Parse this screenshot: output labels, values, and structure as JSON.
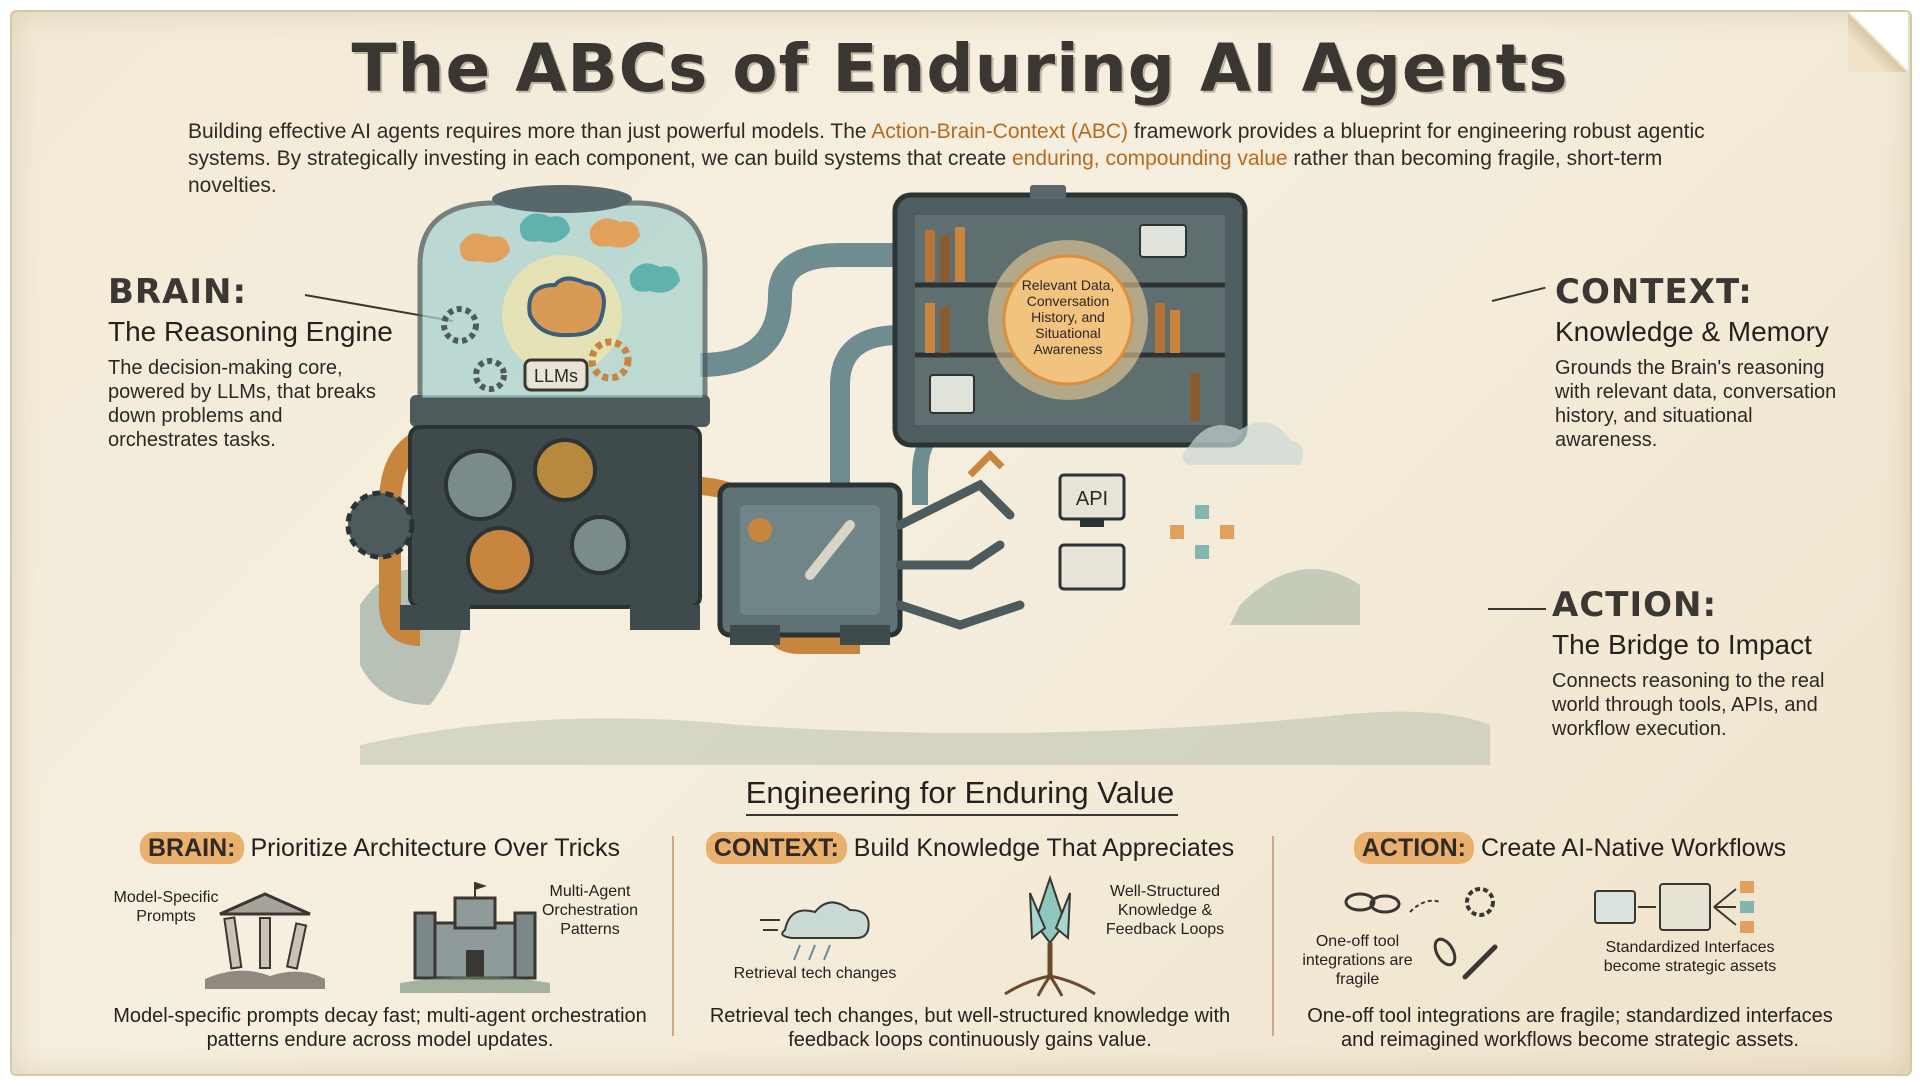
{
  "title": "The ABCs of Enduring AI Agents",
  "intro": {
    "part1": "Building effective AI agents requires more than just powerful models. The ",
    "highlight1": "Action-Brain-Context (ABC)",
    "part2": " framework provides a blueprint for engineering robust agentic systems. By strategically investing in each component, we can build systems that create ",
    "highlight2": "enduring, compounding value",
    "part3": " rather than becoming fragile, short-term novelties."
  },
  "brain": {
    "heading": "BRAIN:",
    "subtitle": "The Reasoning Engine",
    "body": "The decision-making core, powered by LLMs, that breaks down problems and orchestrates tasks.",
    "llm_label": "LLMs"
  },
  "context": {
    "heading": "CONTEXT:",
    "subtitle": "Knowledge & Memory",
    "body": "Grounds the Brain's reasoning with relevant data, conversation history, and situational awareness.",
    "orb_label": "Relevant Data, Conversation History, and Situational Awareness"
  },
  "action": {
    "heading": "ACTION:",
    "subtitle": "The Bridge to Impact",
    "body": "Connects reasoning to the real world through tools, APIs, and workflow execution.",
    "api_label": "API"
  },
  "section": {
    "title": "Engineering for Enduring Value",
    "columns": [
      {
        "tag": "BRAIN:",
        "heading": "Prioritize Architecture Over Tricks",
        "label_left": "Model-Specific Prompts",
        "label_right": "Multi-Agent Orchestration Patterns",
        "body": "Model-specific prompts decay fast; multi-agent orchestration patterns endure across model updates."
      },
      {
        "tag": "CONTEXT:",
        "heading": "Build Knowledge That Appreciates",
        "label_left": "Retrieval tech changes",
        "label_right": "Well-Structured Knowledge & Feedback Loops",
        "body": "Retrieval tech changes, but well-structured knowledge with feedback loops continuously gains value."
      },
      {
        "tag": "ACTION:",
        "heading": "Create AI-Native Workflows",
        "label_left": "One-off tool integrations are fragile",
        "label_right": "Standardized Interfaces become strategic assets",
        "body": "One-off tool integrations are fragile; standardized interfaces and reimagined workflows become strategic assets."
      }
    ]
  },
  "colors": {
    "accent": "#e3a35e",
    "highlight_text": "#b9691f",
    "ink": "#3a3632",
    "paper": "#f3ead6"
  }
}
